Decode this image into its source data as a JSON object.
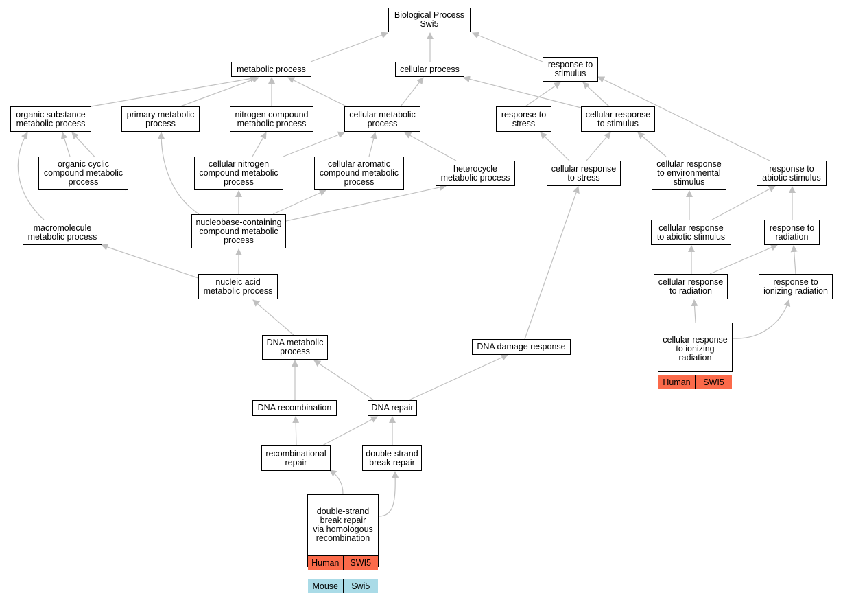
{
  "colors": {
    "edge": "#c0c0c0",
    "human": "#fb6a4a",
    "mouse": "#aadbe7",
    "border": "#000000"
  },
  "nodes": {
    "root": "Biological Process\nSwi5",
    "metabolic_process": "metabolic process",
    "cellular_process": "cellular process",
    "response_to_stimulus": "response to\nstimulus",
    "organic_substance": "organic substance\nmetabolic process",
    "primary_metabolic": "primary metabolic\nprocess",
    "nitrogen_compound": "nitrogen compound\nmetabolic process",
    "cellular_metabolic": "cellular metabolic\nprocess",
    "response_to_stress": "response to\nstress",
    "cellular_response_to_stimulus": "cellular response\nto stimulus",
    "organic_cyclic": "organic cyclic\ncompound metabolic\nprocess",
    "cellular_nitrogen": "cellular nitrogen\ncompound metabolic\nprocess",
    "cellular_aromatic": "cellular aromatic\ncompound metabolic\nprocess",
    "heterocycle": "heterocycle\nmetabolic process",
    "cellular_response_to_stress": "cellular response\nto stress",
    "cellular_response_env": "cellular response\nto environmental\nstimulus",
    "response_to_abiotic": "response to\nabiotic stimulus",
    "macromolecule": "macromolecule\nmetabolic process",
    "nucleobase": "nucleobase-containing\ncompound metabolic\nprocess",
    "cellular_response_abiotic": "cellular response\nto abiotic stimulus",
    "response_to_radiation": "response to\nradiation",
    "nucleic_acid": "nucleic acid\nmetabolic process",
    "cellular_response_radiation": "cellular response\nto radiation",
    "response_ionizing": "response to\nionizing radiation",
    "cellular_response_ionizing": "cellular response\nto ionizing\nradiation",
    "dna_metabolic": "DNA metabolic\nprocess",
    "dna_damage_response": "DNA damage response",
    "dna_recombination": "DNA recombination",
    "dna_repair": "DNA repair",
    "recombinational_repair": "recombinational\nrepair",
    "dsb_repair": "double-strand\nbreak repair",
    "dsb_homologous": "double-strand\nbreak repair\nvia homologous\nrecombination"
  },
  "annotations": {
    "cellular_response_ionizing": [
      {
        "species": "Human",
        "gene": "SWI5"
      }
    ],
    "dsb_homologous": [
      {
        "species": "Human",
        "gene": "SWI5"
      },
      {
        "species": "Mouse",
        "gene": "Swi5"
      }
    ]
  }
}
